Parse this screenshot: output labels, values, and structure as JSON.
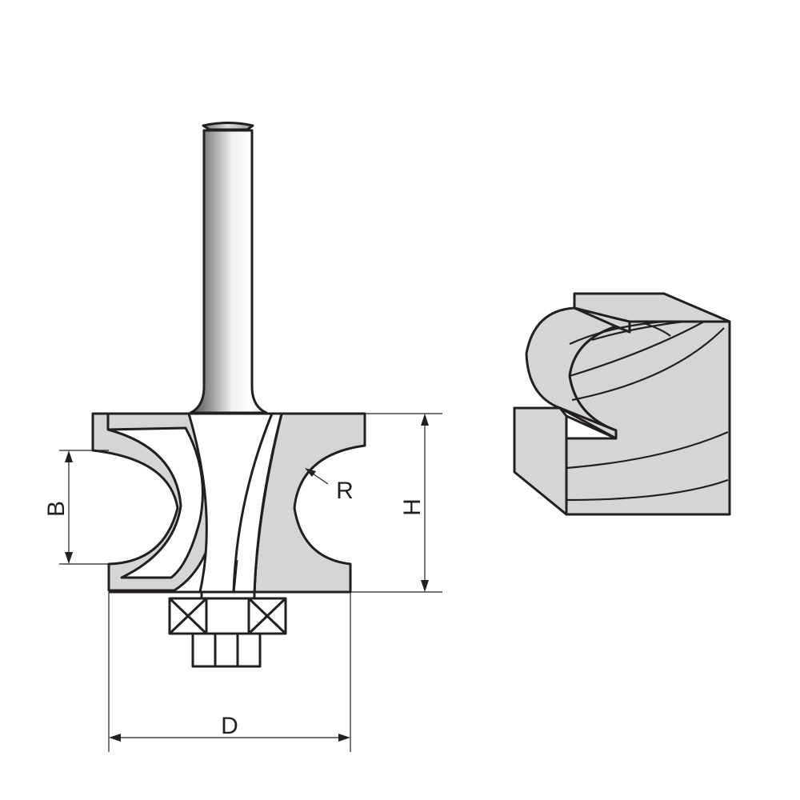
{
  "labels": {
    "b": "B",
    "h": "H",
    "r": "R",
    "d": "D"
  },
  "colors": {
    "ink": "#231f20",
    "body_fill": "#d4d5d7",
    "background": "#ffffff"
  }
}
